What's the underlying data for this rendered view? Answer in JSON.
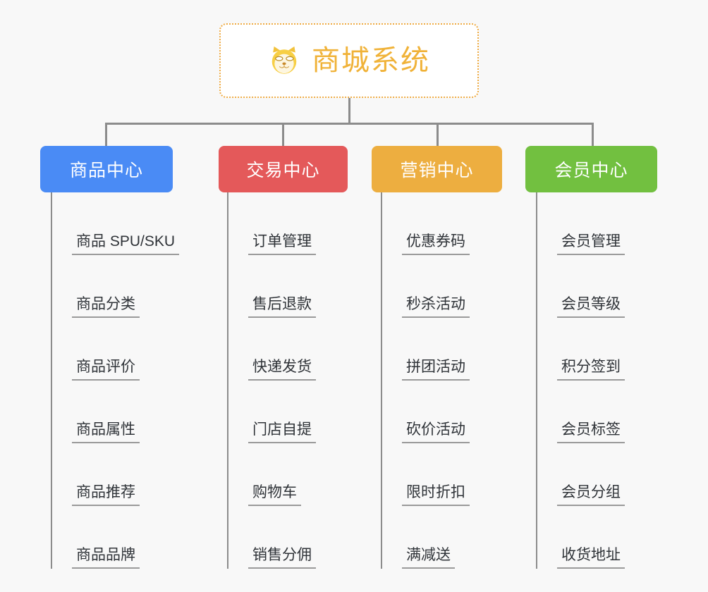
{
  "page": {
    "background_color": "#f8f8f8",
    "diagram_type": "org-chart"
  },
  "root": {
    "title": "商城系统",
    "icon": "shiba-dog-face-icon",
    "text_color": "#f0b238",
    "border_color": "#eeab44",
    "background_color": "#ffffff"
  },
  "connector": {
    "color": "#8c8c8c"
  },
  "categories": [
    {
      "label": "商品中心",
      "color": "#4a8bf5",
      "items": [
        "商品 SPU/SKU",
        "商品分类",
        "商品评价",
        "商品属性",
        "商品推荐",
        "商品品牌"
      ]
    },
    {
      "label": "交易中心",
      "color": "#e4595a",
      "items": [
        "订单管理",
        "售后退款",
        "快递发货",
        "门店自提",
        "购物车",
        "销售分佣"
      ]
    },
    {
      "label": "营销中心",
      "color": "#edae40",
      "items": [
        "优惠券码",
        "秒杀活动",
        "拼团活动",
        "砍价活动",
        "限时折扣",
        "满减送"
      ]
    },
    {
      "label": "会员中心",
      "color": "#72c040",
      "items": [
        "会员管理",
        "会员等级",
        "积分签到",
        "会员标签",
        "会员分组",
        "收货地址"
      ]
    }
  ]
}
